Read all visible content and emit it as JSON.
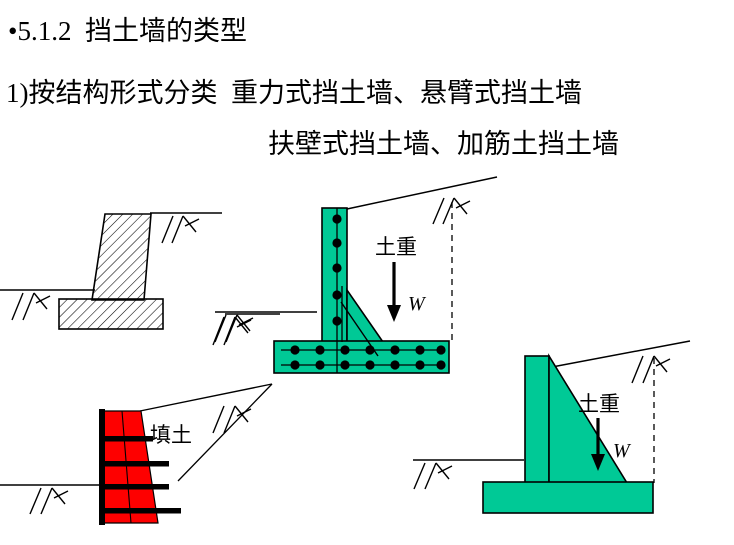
{
  "slide": {
    "background_color": "#ffffff",
    "heading": "•5.1.2  挡土墙的类型",
    "subheading_line1": "1)按结构形式分类  重力式挡土墙、悬臂式挡土墙",
    "subheading_line2": "扶壁式挡土墙、加筋土挡土墙"
  },
  "colors": {
    "teal_fill": "#00c996",
    "red_fill": "#fe0000",
    "stroke": "#000000",
    "hatch": "#000000",
    "text": "#000000"
  },
  "diagrams": [
    {
      "id": "gravity-wall",
      "name": "重力式挡土墙",
      "style": "hatched",
      "labels": []
    },
    {
      "id": "cantilever-wall",
      "name": "悬臂式挡土墙",
      "style": "teal-with-rebar",
      "labels": [
        {
          "id": "soil-weight",
          "text": "土重"
        },
        {
          "id": "force-w",
          "text": "W"
        }
      ],
      "rebar": {
        "stem_dots": 5,
        "footing_rows": 2,
        "footing_dots_per_row": 7
      }
    },
    {
      "id": "reinforced-earth-wall",
      "name": "加筋土挡土墙",
      "style": "red-panels-with-strips",
      "labels": [
        {
          "id": "backfill",
          "text": "填土"
        }
      ],
      "panel_rows": 5,
      "strip_count": 4
    },
    {
      "id": "counterfort-wall",
      "name": "扶壁式挡土墙",
      "style": "teal-solid",
      "labels": [
        {
          "id": "soil-weight",
          "text": "土重"
        },
        {
          "id": "force-w",
          "text": "W"
        }
      ]
    }
  ]
}
